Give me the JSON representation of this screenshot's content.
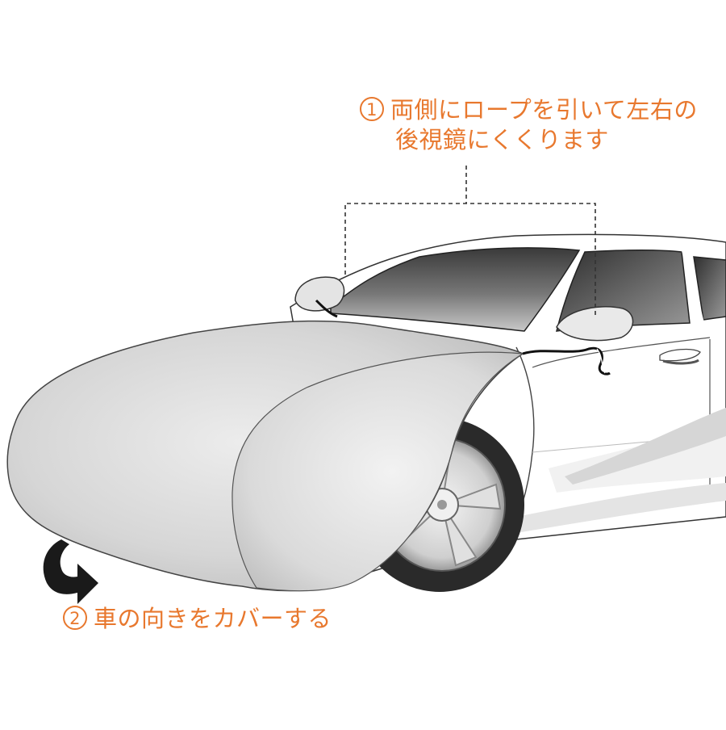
{
  "steps": [
    {
      "number": "1",
      "lines": [
        "両側にロープを引いて左右の",
        "後視鏡にくくります"
      ]
    },
    {
      "number": "2",
      "text": "車の向きをカバーする"
    }
  ],
  "colors": {
    "caption": "#e8782e",
    "background": "#ffffff",
    "cover": "#d9d9d9"
  },
  "icons": [
    "curved-arrow-icon"
  ]
}
